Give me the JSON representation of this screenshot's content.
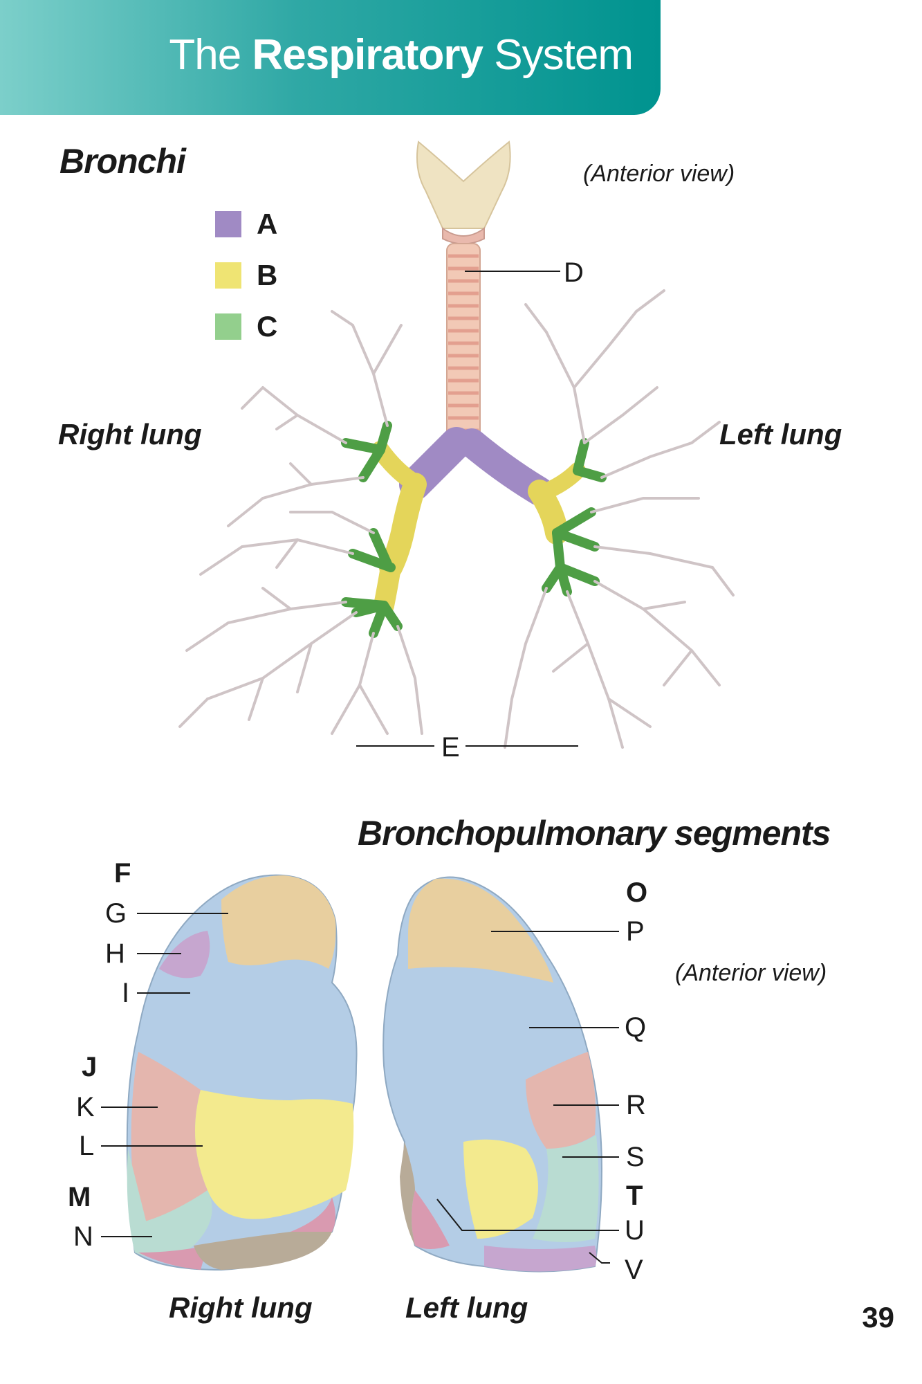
{
  "header": {
    "title_pre": "The",
    "title_bold": "Respiratory",
    "title_post": "System"
  },
  "bronchi": {
    "title": "Bronchi",
    "view": "(Anterior view)",
    "legend": [
      {
        "letter": "A",
        "color": "#a08ac4"
      },
      {
        "letter": "B",
        "color": "#efe473"
      },
      {
        "letter": "C",
        "color": "#93cf8d"
      }
    ],
    "right_lung": "Right lung",
    "left_lung": "Left lung",
    "label_D": "D",
    "label_E": "E"
  },
  "segments": {
    "title": "Bronchopulmonary segments",
    "view": "(Anterior view)",
    "right_labels": {
      "F": "F",
      "G": "G",
      "H": "H",
      "I": "I",
      "J": "J",
      "K": "K",
      "L": "L",
      "M": "M",
      "N": "N"
    },
    "left_labels": {
      "O": "O",
      "P": "P",
      "Q": "Q",
      "R": "R",
      "S": "S",
      "T": "T",
      "U": "U",
      "V": "V"
    },
    "right_lung": "Right lung",
    "left_lung": "Left lung",
    "colors": {
      "tan": "#e8cf9f",
      "blue": "#b4cde6",
      "pink": "#e4b6ae",
      "yellow": "#f3ea8e",
      "teal": "#b9dcd2",
      "magenta": "#d99ab0",
      "purple": "#c6a6cf",
      "gray": "#b8ab98"
    }
  },
  "page_number": "39"
}
